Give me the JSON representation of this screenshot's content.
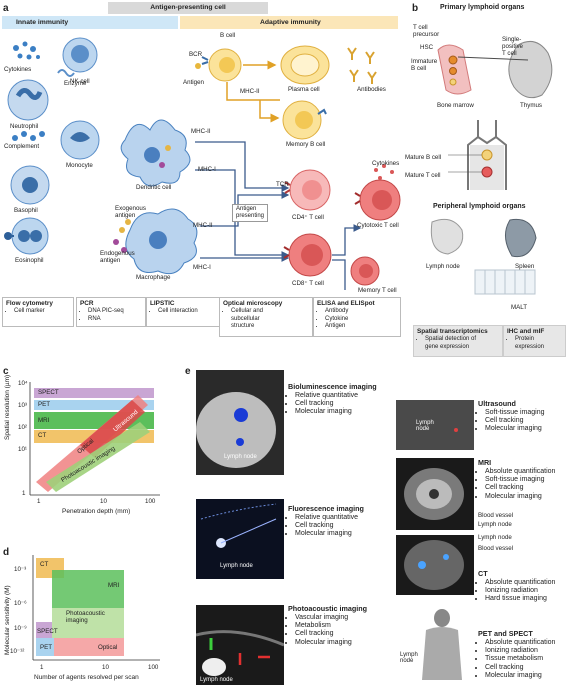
{
  "panels": {
    "a": "a",
    "b": "b",
    "c": "c",
    "d": "d",
    "e": "e"
  },
  "a": {
    "banner_apc": "Antigen-presenting cell",
    "banner_innate": "Innate immunity",
    "banner_adaptive": "Adaptive immunity",
    "labels": {
      "cytokines": "Cytokines",
      "nk": "NK cell",
      "enzyme": "Enzyme",
      "neutrophil": "Neutrophil",
      "complement": "Complement",
      "monocyte": "Monocyte",
      "basophil": "Basophil",
      "eosinophil": "Eosinophil",
      "bcell": "B cell",
      "bcr": "BCR",
      "antigen": "Antigen",
      "mhc2_b": "MHC-II",
      "plasma": "Plasma cell",
      "antibodies": "Antibodies",
      "memoryb": "Memory B cell",
      "dendritic": "Dendritic cell",
      "mhc2_d": "MHC-II",
      "mhc1_d": "MHC-I",
      "exo": "Exogenous\nantigen",
      "endo": "Endogenous\nantigen",
      "mhc2_m": "MHC-II",
      "mhc1_m": "MHC-I",
      "macrophage": "Macrophage",
      "tcr": "TCR",
      "antigen_presenting": "Antigen\npresenting",
      "cd4": "CD4⁺ T cell",
      "cd8": "CD8⁺ T cell",
      "cytokines2": "Cytokines",
      "cytotoxic": "Cytotoxic T cell",
      "memoryt": "Memory T cell"
    },
    "methods": [
      {
        "title": "Flow cytometry",
        "items": [
          "Cell marker"
        ]
      },
      {
        "title": "PCR",
        "items": [
          "DNA PIC-seq",
          "RNA"
        ]
      },
      {
        "title": "LIPSTIC",
        "items": [
          "Cell interaction"
        ]
      },
      {
        "title": "Optical microscopy",
        "items": [
          "Cellular and",
          "subcellular",
          "structure"
        ]
      },
      {
        "title": "ELISA and ELISpot",
        "items": [
          "Antibody",
          "Cytokine",
          "Antigen"
        ]
      }
    ]
  },
  "b": {
    "primary": "Primary lymphoid organs",
    "tprec": "T cell\nprecursor",
    "hsc": "HSC",
    "immb": "Immature\nB cell",
    "single": "Single-\npositive\nT cell",
    "marrow": "Bone marrow",
    "thymus": "Thymus",
    "matb": "Mature B cell",
    "matt": "Mature T cell",
    "peripheral": "Peripheral lymphoid organs",
    "lymphnode": "Lymph node",
    "spleen": "Spleen",
    "malt": "MALT",
    "methods": [
      {
        "title": "Spatial transcriptomics",
        "items": [
          "Spatial detection of",
          "gene expression"
        ]
      },
      {
        "title": "IHC and mIF",
        "items": [
          "Protein",
          "expression"
        ]
      }
    ]
  },
  "c": {
    "ylabel": "Spatial resolution (µm)",
    "xlabel": "Penetration depth (mm)",
    "yticks": [
      "10⁴",
      "10³",
      "10²",
      "10¹",
      "1"
    ],
    "xticks": [
      "1",
      "10",
      "100"
    ],
    "bands": [
      {
        "name": "SPECT",
        "color": "#c9a6d4"
      },
      {
        "name": "PET",
        "color": "#a9d3ef"
      },
      {
        "name": "MRI",
        "color": "#5cbf5c"
      },
      {
        "name": "CT",
        "color": "#f2c46a"
      }
    ],
    "optical": "Optical",
    "ultrasound": "Ultrasound",
    "photoacoustic": "Photoacoustic imaging"
  },
  "d": {
    "ylabel": "Molecular sensitivity (M)",
    "xlabel": "Number of agents resolved per scan",
    "yticks": [
      "10⁻³",
      "10⁻⁶",
      "10⁻⁹",
      "10⁻¹²"
    ],
    "xticks": [
      "1",
      "10",
      "100"
    ],
    "regions": {
      "ct": "CT",
      "mri": "MRI",
      "photo": "Photoacoustic\nimaging",
      "spect": "SPECT",
      "pet": "PET",
      "optical": "Optical"
    }
  },
  "e": {
    "images": [
      {
        "title": "Bioluminescence imaging",
        "items": [
          "Relative quantitative",
          "Cell tracking",
          "Molecular imaging"
        ],
        "label": "Lymph node"
      },
      {
        "title": "Fluorescence imaging",
        "items": [
          "Relative quantitative",
          "Cell tracking",
          "Molecular imaging"
        ],
        "label": "Lymph node"
      },
      {
        "title": "Photoacoustic imaging",
        "items": [
          "Vascular imaging",
          "Metabolism",
          "Cell tracking",
          "Molecular imaging"
        ],
        "label": "Lymph node"
      }
    ],
    "right": [
      {
        "title": "Ultrasound",
        "items": [
          "Soft-tissue imaging",
          "Cell tracking",
          "Molecular imaging"
        ],
        "label": "Lymph\nnode"
      },
      {
        "title": "MRI",
        "items": [
          "Absolute quantification",
          "Soft-tissue imaging",
          "Cell tracking",
          "Molecular imaging"
        ]
      },
      {
        "title": "CT",
        "items": [
          "Absolute quantification",
          "Ionizing radiation",
          "Hard tissue imaging"
        ]
      },
      {
        "title": "PET and SPECT",
        "items": [
          "Absolute quantification",
          "Ionizing radiation",
          "Tissue metabolism",
          "Cell tracking",
          "Molecular imaging"
        ],
        "label": "Lymph\nnode"
      }
    ],
    "mri_labels": [
      "Blood vessel",
      "Lymph node",
      "Lymph node",
      "Blood vessel"
    ]
  }
}
